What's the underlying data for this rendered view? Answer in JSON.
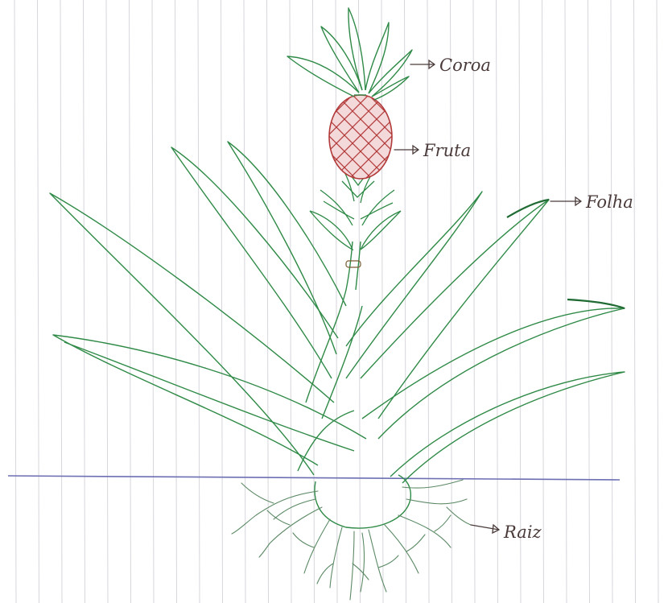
{
  "labels": {
    "crown": "Coroa",
    "fruit": "Fruta",
    "leaf": "Folha",
    "root": "Raiz"
  },
  "colors": {
    "paper": "#ffffff",
    "notebook_line": "#d6d6dc",
    "leaf_stroke": "#2f8a47",
    "leaf_stroke_dark": "#1f6b33",
    "fruit_fill": "#c98484",
    "fruit_stroke": "#b23a3a",
    "ground_line": "#6d6fb3",
    "root_stroke": "#5d8a66",
    "ink": "#4a3b3a"
  }
}
